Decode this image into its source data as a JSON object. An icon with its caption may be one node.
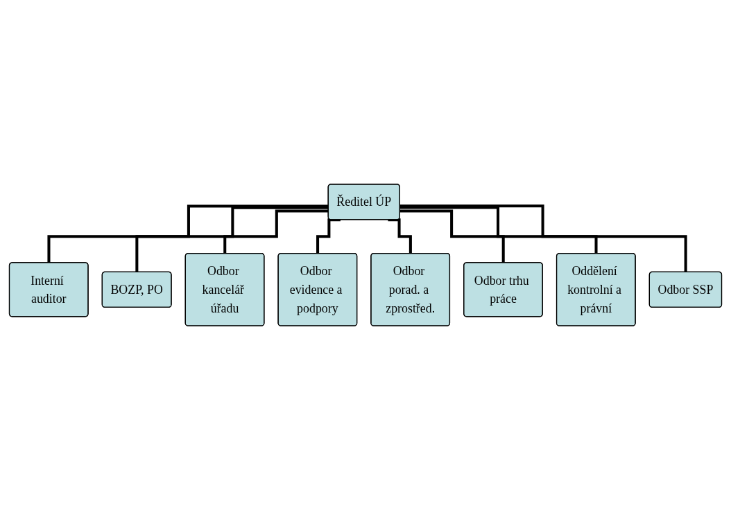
{
  "diagram": {
    "nodes": [
      {
        "text": [
          "Ředitel ÚP"
        ]
      },
      {
        "text": [
          "Interní auditor"
        ]
      },
      {
        "text": [
          "BOZP, PO"
        ]
      },
      {
        "text": [
          "Odbor kancelář úřadu"
        ]
      },
      {
        "text": [
          "Odbor evidence a podpory"
        ]
      },
      {
        "text": [
          "Odbor porad. a zprostřed."
        ]
      },
      {
        "text": [
          "Odbor trhu práce"
        ]
      },
      {
        "text": [
          "Oddělení kontrolní a právní"
        ]
      },
      {
        "text": [
          "Odbor SSP"
        ]
      }
    ],
    "edges": [
      {
        "from": 0,
        "to": 1,
        "arrow": "none"
      },
      {
        "from": 0,
        "to": 2,
        "arrow": "none"
      },
      {
        "from": 0,
        "to": 3,
        "arrow": "none"
      },
      {
        "from": 0,
        "to": 4,
        "arrow": "none"
      },
      {
        "from": 0,
        "to": 5,
        "arrow": "none"
      },
      {
        "from": 0,
        "to": 6,
        "arrow": "none"
      },
      {
        "from": 0,
        "to": 7,
        "arrow": "none"
      },
      {
        "from": 0,
        "to": 8,
        "arrow": "none"
      }
    ]
  }
}
